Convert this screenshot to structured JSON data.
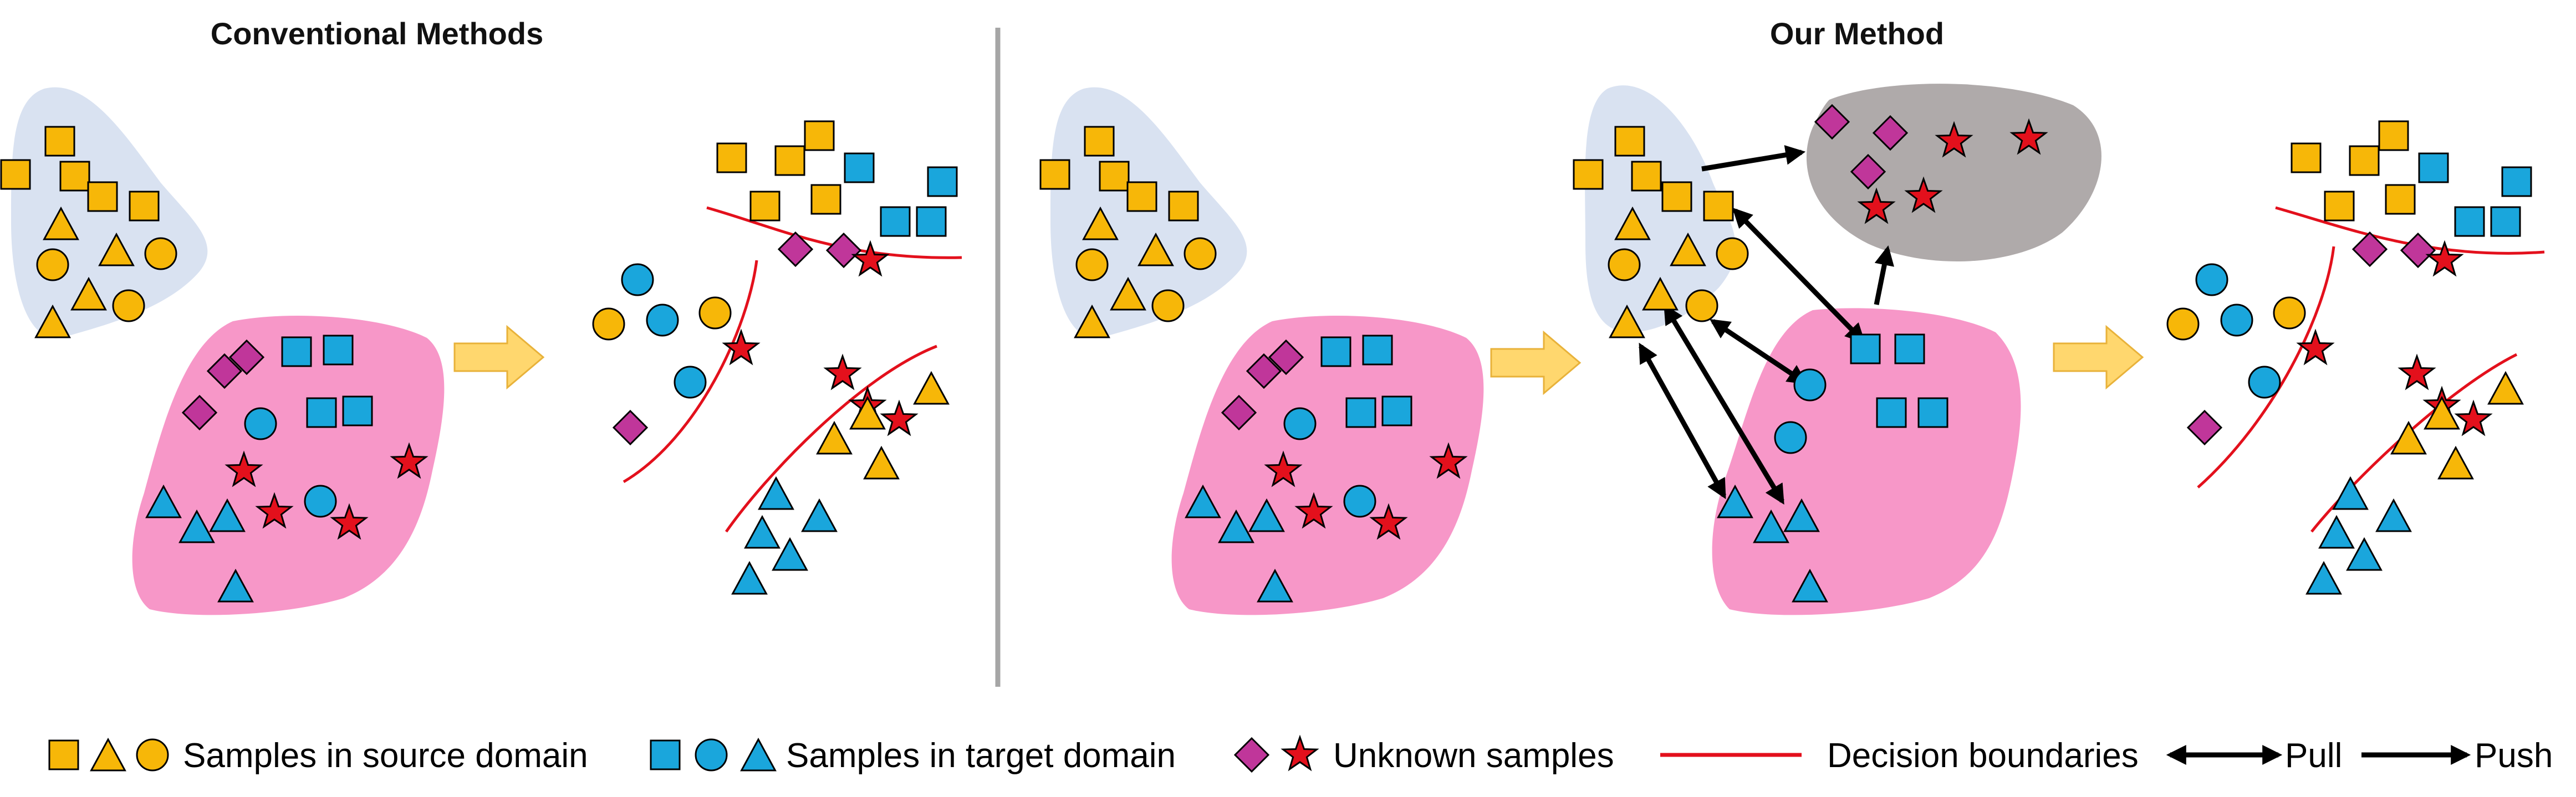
{
  "titles": {
    "left": "Conventional Methods",
    "right": "Our Method"
  },
  "legend": {
    "source": "Samples in source domain",
    "target": "Samples in target domain",
    "unknown": "Unknown samples",
    "boundary": "Decision boundaries",
    "pull": "Pull",
    "push": "Push"
  },
  "colors": {
    "source": "#F7B708",
    "target": "#1AA6DC",
    "unknown_diamond": "#C0369A",
    "unknown_star": "#E3101C",
    "source_region": "#D9E2F1",
    "target_region": "#F797C8",
    "unknown_region": "#AFAAAA",
    "boundary": "#E3101C",
    "transition_arrow": "#FFD76E",
    "divider": "#A6A6A6"
  }
}
